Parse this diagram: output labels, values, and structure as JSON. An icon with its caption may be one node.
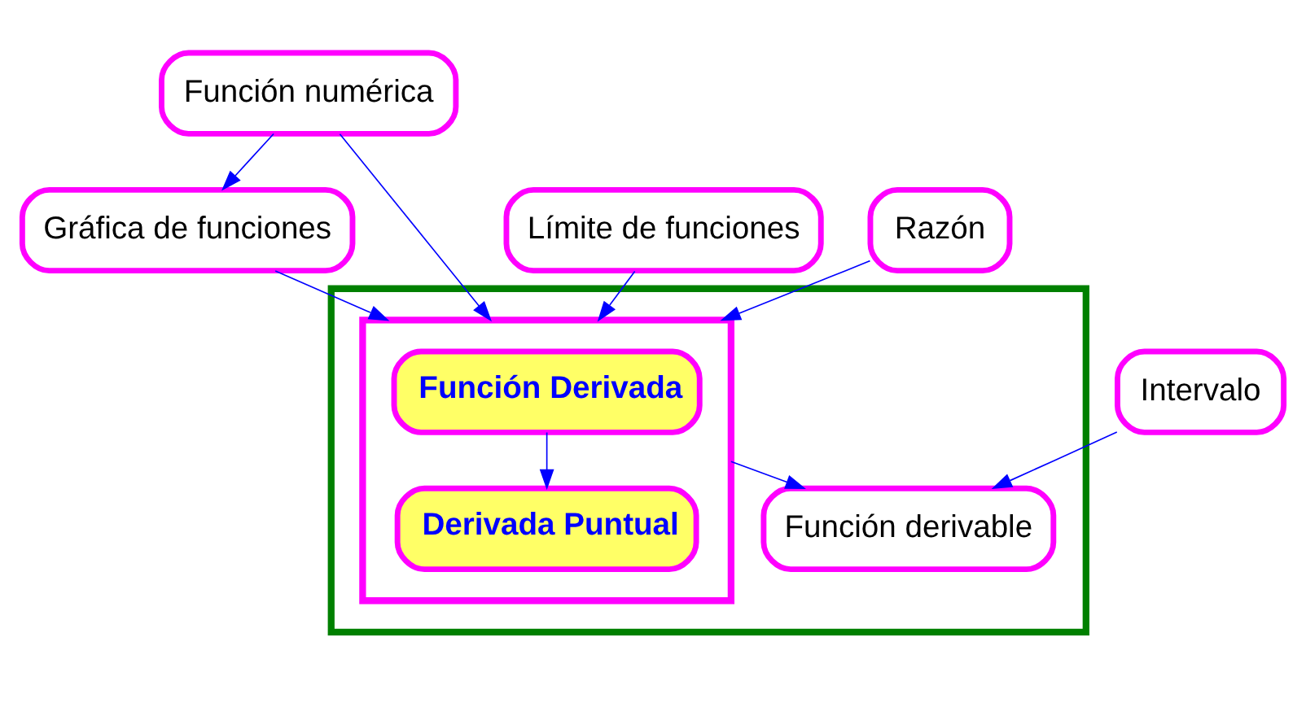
{
  "diagram": {
    "nodes": [
      {
        "text": [
          "Función numérica"
        ]
      },
      {
        "text": [
          "Gráfica de funciones"
        ]
      },
      {
        "text": [
          "Límite de funciones"
        ]
      },
      {
        "text": [
          "Razón"
        ]
      },
      {
        "text": [],
        "shape": "box"
      },
      {
        "text": [],
        "shape": "box",
        "in": 4
      },
      {
        "text": [
          "Función Derivada"
        ],
        "in": 5
      },
      {
        "text": [
          "Derivada Puntual"
        ],
        "in": 5
      },
      {
        "text": [
          "Intervalo"
        ]
      },
      {
        "text": [
          "Función derivable"
        ],
        "in": 4
      }
    ],
    "edges": [
      {
        "from": 0,
        "to": 1,
        "arrow": "to"
      },
      {
        "from": 3,
        "to": 5,
        "arrow": "to"
      },
      {
        "from": 0,
        "to": 5,
        "arrow": "to"
      },
      {
        "from": 1,
        "to": 5,
        "arrow": "to"
      },
      {
        "from": 2,
        "to": 5,
        "arrow": "to"
      },
      {
        "from": 6,
        "to": 7,
        "arrow": "to"
      },
      {
        "from": 5,
        "to": 9,
        "arrow": "to"
      },
      {
        "from": 8,
        "to": 9,
        "arrow": "to"
      }
    ]
  }
}
